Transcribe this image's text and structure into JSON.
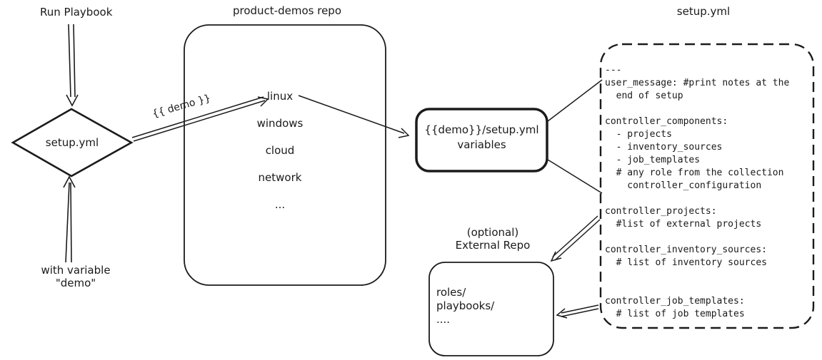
{
  "labels": {
    "run_playbook": "Run Playbook",
    "with_variable_1": "with variable",
    "with_variable_2": "\"demo\"",
    "demo_edge": "{{ demo }}"
  },
  "diamond": {
    "label": "setup.yml"
  },
  "repo": {
    "title": "product-demos repo",
    "items": [
      "linux",
      "windows",
      "cloud",
      "network",
      "..."
    ]
  },
  "variables_box": {
    "line1": "{{demo}}/setup.yml",
    "line2": "variables"
  },
  "setup_yml": {
    "title": "setup.yml",
    "lines": [
      "---",
      "user_message: #print notes at the",
      "  end of setup",
      "",
      "controller_components:",
      "  - projects",
      "  - inventory_sources",
      "  - job_templates",
      "  # any role from the collection",
      "    controller_configuration",
      "",
      "controller_projects:",
      "  #list of external projects",
      "",
      "controller_inventory_sources:",
      "  # list of inventory sources",
      "",
      "",
      "controller_job_templates:",
      "  # list of job templates"
    ]
  },
  "external_repo": {
    "label1": "(optional)",
    "label2": "External Repo",
    "items": [
      "roles/",
      "playbooks/",
      "...."
    ]
  }
}
